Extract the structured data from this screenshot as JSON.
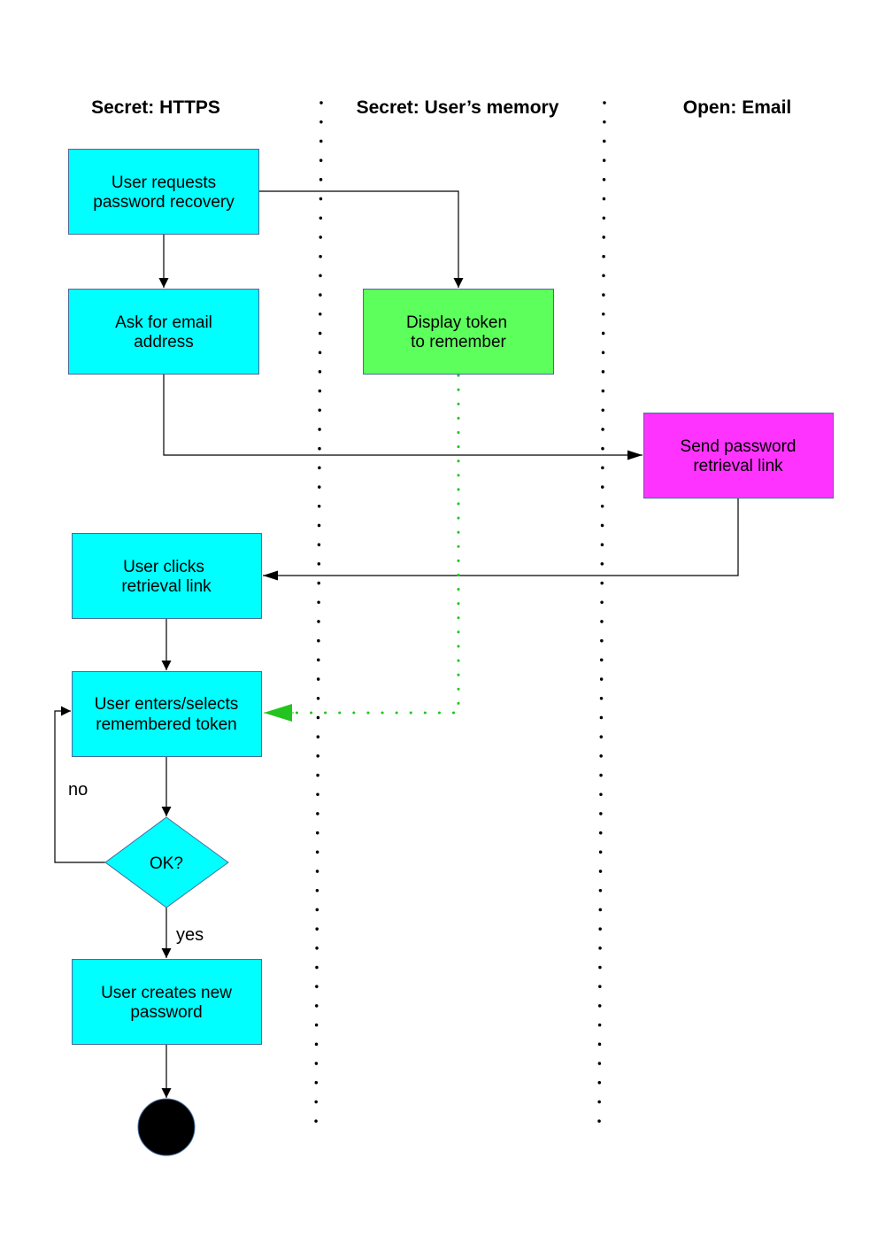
{
  "lanes": {
    "https": "Secret: HTTPS",
    "memory": "Secret: User’s memory",
    "email": "Open: Email"
  },
  "nodes": {
    "request": {
      "line1": "User requests",
      "line2": "password recovery"
    },
    "ask_email": {
      "line1": "Ask for email",
      "line2": "address"
    },
    "display_token": {
      "line1": "Display token",
      "line2": "to remember"
    },
    "send_link": {
      "line1": "Send password",
      "line2": "retrieval link"
    },
    "clicks_link": {
      "line1": "User clicks",
      "line2": "retrieval link"
    },
    "enters_token": {
      "line1": "User enters/selects",
      "line2": "remembered token"
    },
    "ok": {
      "label": "OK?"
    },
    "new_password": {
      "line1": "User creates new",
      "line2": "password"
    }
  },
  "edge_labels": {
    "no": "no",
    "yes": "yes"
  },
  "colors": {
    "https_box": "#00ffff",
    "memory_box": "#5cff5c",
    "email_box": "#ff33ff",
    "token_link": "#33cc33",
    "end_node": "#000000"
  }
}
